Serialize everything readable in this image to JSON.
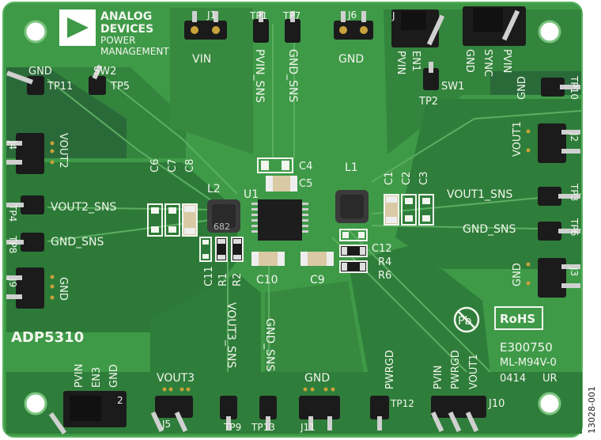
{
  "board": {
    "brand": [
      "ANALOG",
      "DEVICES",
      "POWER",
      "MANAGEMENT"
    ],
    "part_number": "ADP5310",
    "serial": "E300750",
    "ul_code": "ML-M94V-0",
    "date_code": "0414",
    "rohs_badge": "RoHS",
    "pb_symbol": "Pb",
    "figure_id": "13028-001"
  },
  "labels": {
    "gnd_tp11": "GND",
    "tp11": "TP11",
    "sw2": "SW2",
    "tp5": "TP5",
    "j1": "J1",
    "vin": "VIN",
    "tp1": "TP1",
    "pvin_sns": "PVIN_SNS",
    "tp7": "TP7",
    "gnd_sns_top": "GND_SNS",
    "j6": "J6",
    "gnd_top": "GND",
    "j_en1": "J",
    "pvin_top": "PVIN",
    "en1": "EN1",
    "gnd_sync": "GND",
    "sync": "SYNC",
    "pvin_top2": "PVIN",
    "sw1": "SW1",
    "tp2": "TP2",
    "gnd_tp10": "GND",
    "tp10": "TP10",
    "vout1_right": "VOUT1",
    "j2": "J2",
    "vout1_sns": "VOUT1_SNS",
    "tp3": "TP3",
    "gnd_sns_right": "GND_SNS",
    "tp6": "TP6",
    "gnd_j3": "GND",
    "j3": "J3",
    "vout2": "VOUT2",
    "j4": "J4",
    "vout2_sns": "VOUT2_SNS",
    "tp4": "TP4",
    "gnd_sns_left": "GND_SNS",
    "tp8": "TP8",
    "gnd_left": "GND",
    "j9": "J9",
    "c6": "C6",
    "c7": "C7",
    "c8": "C8",
    "l2": "L2",
    "u1": "U1",
    "c4": "C4",
    "c5": "C5",
    "l1": "L1",
    "c1": "C1",
    "c2": "C2",
    "c3": "C3",
    "c12": "C12",
    "r4": "R4",
    "r6": "R6",
    "c11": "C11",
    "r1": "R1",
    "r2": "R2",
    "c10": "C10",
    "c9": "C9",
    "l2_marking": "682",
    "pvin_bottom": "PVIN",
    "en3": "EN3",
    "gnd_bottom": "GND",
    "j_bottom_num": "2",
    "vout3": "VOUT3",
    "j5": "J5",
    "vout3_sns": "VOUT3_SNS",
    "tp9": "TP9",
    "gnd_sns_bottom": "GND_SNS",
    "tp13": "TP13",
    "gnd_j11": "GND",
    "j11": "J11",
    "pwrgd_tp12": "PWRGD",
    "tp12": "TP12",
    "pvin_j10": "PVIN",
    "pwrgd_j10": "PWRGD",
    "vout1_j10": "VOUT1",
    "j10": "J10"
  },
  "colors": {
    "pcb_green": "#3f9a48",
    "copper_pour": "#2f7d3a",
    "dark_region": "#26553a",
    "silkscreen": "#f2f6ee",
    "header_black": "#1b1b1b",
    "gold_pin": "#c8a23a"
  }
}
